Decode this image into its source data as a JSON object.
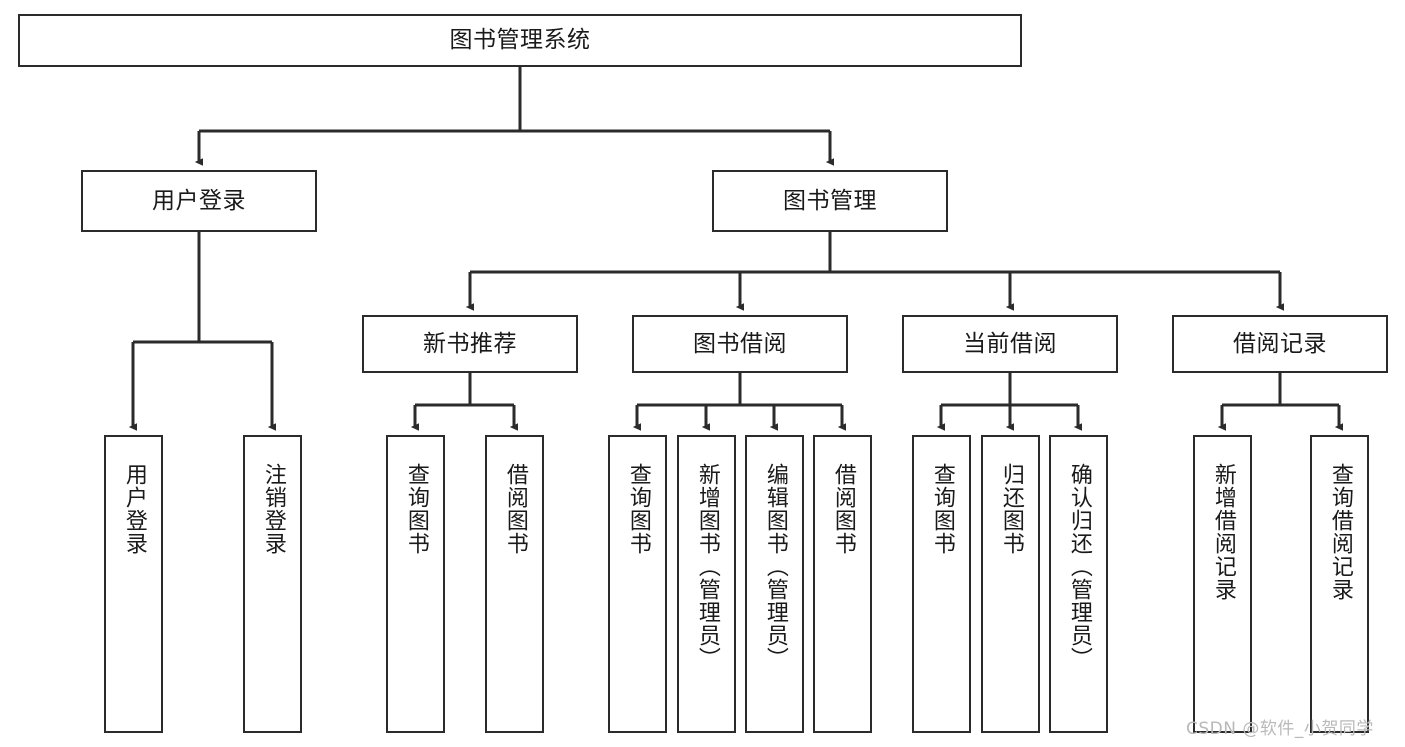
{
  "diagram": {
    "type": "tree-hierarchy",
    "title": "图书管理系统",
    "orientation": "top-down",
    "colors": {
      "box_border": "#2b2b2b",
      "box_fill": "#ffffff",
      "edge": "#2b2b2b",
      "text": "#1a1a1a",
      "watermark": "#b9b9b9",
      "background": "#ffffff"
    },
    "root": {
      "label": "图书管理系统"
    },
    "level2": [
      {
        "label": "用户登录"
      },
      {
        "label": "图书管理"
      }
    ],
    "level3": [
      {
        "label": "新书推荐"
      },
      {
        "label": "图书借阅"
      },
      {
        "label": "当前借阅"
      },
      {
        "label": "借阅记录"
      }
    ],
    "leaves": {
      "user_login": [
        {
          "label": "用户登录"
        },
        {
          "label": "注销登录"
        }
      ],
      "new_book_recommend": [
        {
          "label": "查询图书"
        },
        {
          "label": "借阅图书"
        }
      ],
      "book_borrow": [
        {
          "label": "查询图书"
        },
        {
          "label": "新增图书（管理员）"
        },
        {
          "label": "编辑图书（管理员）"
        },
        {
          "label": "借阅图书"
        }
      ],
      "current_borrow": [
        {
          "label": "查询图书"
        },
        {
          "label": "归还图书"
        },
        {
          "label": "确认归还（管理员）"
        }
      ],
      "borrow_record": [
        {
          "label": "新增借阅记录"
        },
        {
          "label": "查询借阅记录"
        }
      ]
    },
    "watermark": "CSDN @软件_小贺同学"
  }
}
